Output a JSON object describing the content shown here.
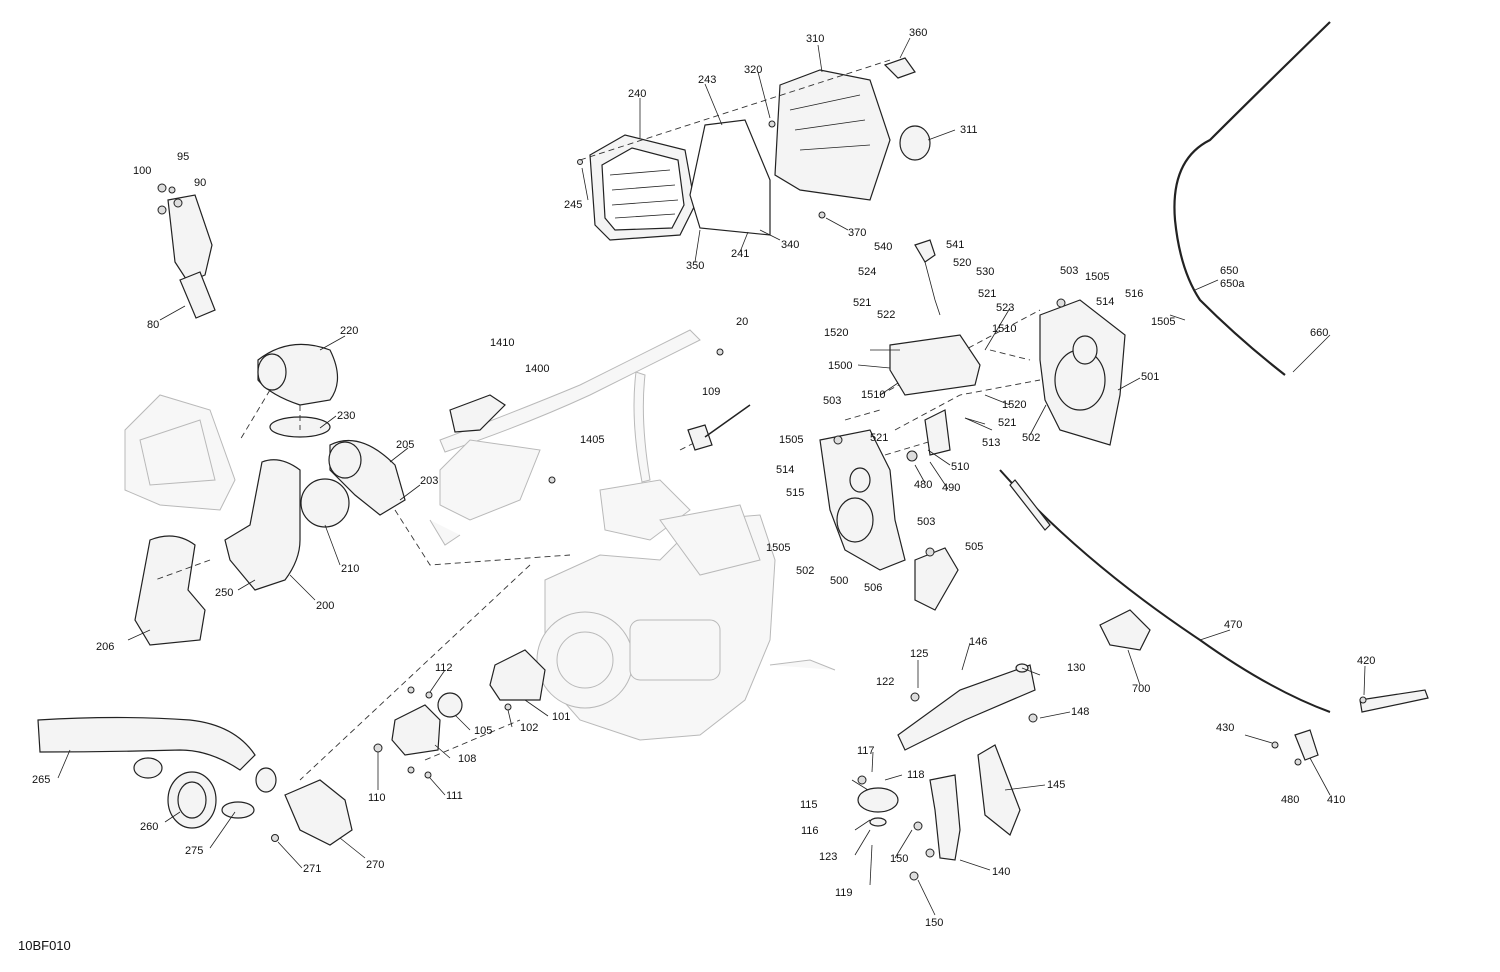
{
  "figure_code": "10BF010",
  "labels": {
    "c10BF_80": "80",
    "c10BF_90": "90",
    "c10BF_95": "95",
    "c10BF_100": "100",
    "c20": "20",
    "c101": "101",
    "c102": "102",
    "c105": "105",
    "c108": "108",
    "c109": "109",
    "c110": "110",
    "c111": "111",
    "c112": "112",
    "c115": "115",
    "c116": "116",
    "c117": "117",
    "c118": "118",
    "c119": "119",
    "c122": "122",
    "c123": "123",
    "c125": "125",
    "c130": "130",
    "c140": "140",
    "c145": "145",
    "c146": "146",
    "c148": "148",
    "c150a": "150",
    "c150b": "150",
    "c200": "200",
    "c203": "203",
    "c205": "205",
    "c206": "206",
    "c210": "210",
    "c220": "220",
    "c230": "230",
    "c240": "240",
    "c241": "241",
    "c243": "243",
    "c245": "245",
    "c250": "250",
    "c260": "260",
    "c265": "265",
    "c270": "270",
    "c271": "271",
    "c275": "275",
    "c310": "310",
    "c311": "311",
    "c320": "320",
    "c340": "340",
    "c350": "350",
    "c360": "360",
    "c370": "370",
    "c410": "410",
    "c420": "420",
    "c430": "430",
    "c470": "470",
    "c480a": "480",
    "c480b": "480",
    "c490": "490",
    "c500": "500",
    "c501": "501",
    "c502a": "502",
    "c502b": "502",
    "c503a": "503",
    "c503b": "503",
    "c503c": "503",
    "c505": "505",
    "c506": "506",
    "c510": "510",
    "c513": "513",
    "c514a": "514",
    "c514b": "514",
    "c515": "515",
    "c516": "516",
    "c520": "520",
    "c521a": "521",
    "c521b": "521",
    "c521c": "521",
    "c521d": "521",
    "c522": "522",
    "c523": "523",
    "c524": "524",
    "c530": "530",
    "c540": "540",
    "c541": "541",
    "c650": "650",
    "c650a": "650a",
    "c660": "660",
    "c700": "700",
    "c1400": "1400",
    "c1405": "1405",
    "c1410": "1410",
    "c1500": "1500",
    "c1505a": "1505",
    "c1505b": "1505",
    "c1505c": "1505",
    "c1505d": "1505",
    "c1510a": "1510",
    "c1510b": "1510",
    "c1520a": "1520",
    "c1520b": "1520"
  }
}
